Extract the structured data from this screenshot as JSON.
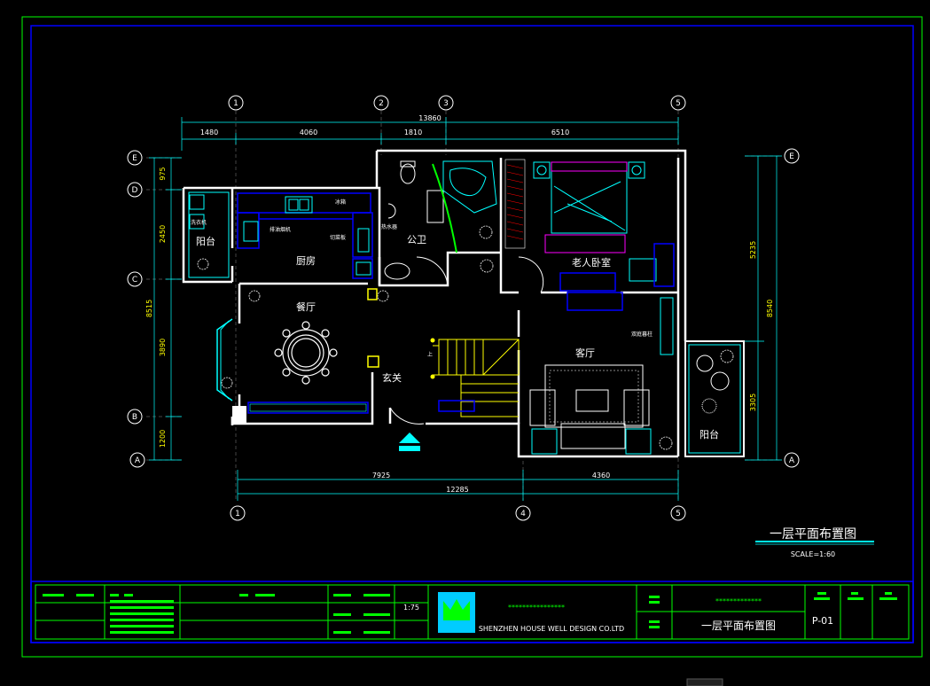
{
  "axes": {
    "top": [
      "1",
      "2",
      "3",
      "5"
    ],
    "bottom": [
      "1",
      "4",
      "5"
    ],
    "left": [
      "E",
      "D",
      "C",
      "B",
      "A"
    ],
    "right": [
      "E",
      "A"
    ]
  },
  "dims": {
    "top_total": "13860",
    "top": [
      "1480",
      "4060",
      "1810",
      "6510"
    ],
    "bottom": [
      "7925",
      "4360"
    ],
    "bottom_total": "12285",
    "left_outer": [
      "975",
      "2450",
      "3890",
      "1200"
    ],
    "left_total": "8515",
    "right_outer": [
      "5235",
      "3305"
    ],
    "right_total": "8540"
  },
  "rooms": {
    "balcony_left": "阳台",
    "kitchen": "厨房",
    "bathroom": "公卫",
    "elder_bedroom": "老人卧室",
    "dining": "餐厅",
    "foyer": "玄关",
    "living": "客厅",
    "balcony_right": "阳台",
    "stair_up": "上"
  },
  "labels": {
    "hood": "排油烟机",
    "fridge": "冰箱",
    "cabinet": "切菜板",
    "water": "热水器",
    "washer": "洗衣机",
    "tv_cabinet": "双庭暮柱"
  },
  "title": {
    "main": "一层平面布置图",
    "scale": "SCALE=1:60"
  },
  "title_block": {
    "scale_cell": "1:75",
    "company_stars": "****************",
    "company_name": "SHENZHEN HOUSE WELL DESIGN CO.LTD",
    "project_stars": "*************",
    "drawing_name": "一层平面布置图",
    "drawing_no": "P-01"
  },
  "colors": {
    "frame": "#00ff00",
    "wall": "#ffffff",
    "furniture": "#00ffff",
    "cabinet": "#0000ff",
    "dim": "#ffff00"
  }
}
